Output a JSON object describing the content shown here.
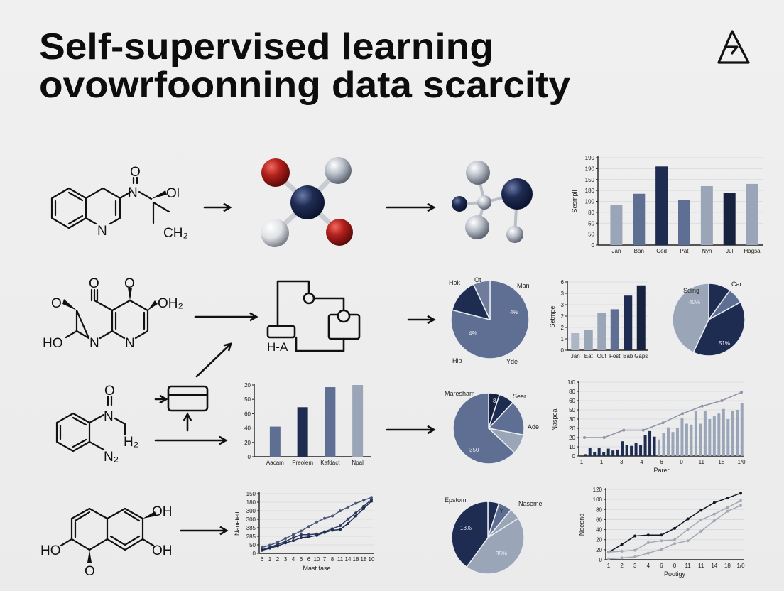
{
  "title": {
    "line1": "Self-supervised learning",
    "line2": "ovowrfoonning data scarcity"
  },
  "logo": {
    "icon": "triangle-a-logo-icon"
  },
  "colors": {
    "navy": "#1f2c52",
    "dark": "#17223f",
    "slate": "#5f6f94",
    "light": "#9ba5b8",
    "pale": "#aeb6c5",
    "red": "#b3211d",
    "background": "#ededed"
  },
  "molecules": [
    {
      "labels": [
        "O",
        "N",
        "Ol",
        "N",
        "CH₂"
      ]
    },
    {
      "labels": [
        "O",
        "O",
        "O",
        "OH₂",
        "HO",
        "N",
        "N"
      ]
    },
    {
      "labels": [
        "O",
        "N",
        "H₂",
        "N₂"
      ]
    },
    {
      "labels": [
        "OH",
        "HO",
        "OH",
        "O"
      ]
    }
  ],
  "circuit": {
    "label": "H-A"
  },
  "chart_data": [
    {
      "type": "bar",
      "ylabel": "Sesmpll",
      "xlabel": "",
      "categories": [
        "Jan",
        "Ban",
        "Ced",
        "Pat",
        "Nyn",
        "Jul",
        "Hagsa"
      ],
      "values": [
        73,
        94,
        144,
        83,
        108,
        95,
        112
      ],
      "colors": [
        "#9ba5b8",
        "#5f6f94",
        "#1f2c52",
        "#5f6f94",
        "#9ba5b8",
        "#17223f",
        "#9ba5b8"
      ],
      "ylim": [
        0,
        160
      ],
      "ytick_labels": [
        "0",
        "50",
        "50",
        "80",
        "100",
        "180",
        "150",
        "190",
        "190"
      ],
      "grid": true
    },
    {
      "type": "bar",
      "ylabel": "Setmpel",
      "xlabel": "",
      "categories": [
        "Jan",
        "Eat",
        "Out",
        "Fost",
        "Bab",
        "Gaps"
      ],
      "values": [
        1.5,
        1.8,
        3.25,
        3.6,
        4.8,
        5.7
      ],
      "colors": [
        "#aeb6c5",
        "#9ba5b8",
        "#9ba5b8",
        "#5f6f94",
        "#1f2c52",
        "#17223f"
      ],
      "ylim": [
        0,
        6
      ],
      "ytick_labels": [
        "0",
        "1",
        "2",
        "2",
        "3",
        "3",
        "6"
      ],
      "grid": true
    },
    {
      "type": "bar",
      "ylabel": "",
      "xlabel": "",
      "categories": [
        "Aacam",
        "Preolem",
        "Kafdact",
        "Npal"
      ],
      "values": [
        42,
        69,
        97,
        100
      ],
      "colors": [
        "#5f6f94",
        "#1f2c52",
        "#5f6f94",
        "#9ba5b8"
      ],
      "ylim": [
        0,
        100
      ],
      "ytick_labels": [
        "0",
        "20",
        "40",
        "60",
        "50",
        "20"
      ],
      "grid": false
    },
    {
      "type": "bar+line",
      "ylabel": "Naspeal",
      "xlabel": "Parer",
      "x_tick_labels": [
        "1",
        "1",
        "3",
        "4",
        "6",
        "0",
        "11",
        "18",
        "1/0"
      ],
      "bars": [
        0.2,
        0.9,
        0.4,
        0.9,
        0.4,
        0.8,
        0.6,
        0.7,
        1.6,
        1.2,
        1.1,
        1.4,
        1.2,
        2.3,
        2.7,
        2.1,
        1.8,
        2.5,
        3.1,
        2.6,
        3.0,
        4.1,
        3.5,
        3.4,
        4.9,
        3.5,
        4.9,
        4.0,
        4.3,
        4.6,
        5.1,
        4.0,
        4.9,
        5.0,
        5.7
      ],
      "bar_colors": {
        "early": "#1f2c52",
        "late": "#9ba5b8"
      },
      "line": [
        2.0,
        2.0,
        2.8,
        2.8,
        3.6,
        4.6,
        5.4,
        6.0,
        6.9
      ],
      "line_color": "#8d95a8",
      "ylim": [
        0,
        8
      ],
      "ytick_labels": [
        "0",
        "10",
        "20",
        "20",
        "30",
        "50",
        "60",
        "80",
        "1/0"
      ],
      "grid": true
    },
    {
      "type": "line",
      "ylabel": "Nanetett",
      "xlabel": "Mast fase",
      "x_tick_labels": [
        "6",
        "1",
        "2",
        "3",
        "4",
        "6",
        "6",
        "10",
        "7",
        "8",
        "11",
        "14",
        "18",
        "18",
        "10"
      ],
      "series": [
        {
          "color": "#4a5676",
          "values": [
            0.8,
            1.1,
            1.5,
            2.0,
            2.5,
            3.0,
            3.6,
            4.2,
            4.7,
            5.0,
            5.7,
            6.2,
            6.7,
            7.1,
            7.5
          ]
        },
        {
          "color": "#2d3a5e",
          "values": [
            0.5,
            0.8,
            1.2,
            1.6,
            2.1,
            2.5,
            2.5,
            2.6,
            2.9,
            3.3,
            3.7,
            4.6,
            5.4,
            6.3,
            7.2
          ]
        },
        {
          "color": "#1f2c52",
          "values": [
            0.4,
            0.7,
            1.0,
            1.4,
            1.7,
            2.1,
            2.2,
            2.4,
            2.8,
            3.1,
            3.2,
            4.0,
            5.0,
            6.0,
            7.0
          ]
        }
      ],
      "ylim": [
        0,
        8
      ],
      "ytick_labels": [
        "0",
        "50",
        "285",
        "385",
        "300",
        "300",
        "180",
        "150"
      ],
      "grid": true
    },
    {
      "type": "line",
      "ylabel": "Neeend",
      "xlabel": "Pootigy",
      "x_tick_labels": [
        "1",
        "2",
        "3",
        "4",
        "6",
        "0",
        "11",
        "11",
        "14",
        "18",
        "1/0"
      ],
      "series": [
        {
          "color": "#111827",
          "values": [
            0.8,
            1.6,
            2.5,
            2.6,
            2.6,
            3.3,
            4.3,
            5.2,
            6.0,
            6.5,
            7.0
          ]
        },
        {
          "color": "#a3a9b6",
          "values": [
            0.8,
            0.9,
            1.0,
            1.8,
            2.0,
            2.1,
            3.2,
            4.2,
            4.8,
            5.5,
            6.2
          ]
        },
        {
          "color": "#a3a9b6",
          "values": [
            0.1,
            0.2,
            0.3,
            0.7,
            1.1,
            1.7,
            2.0,
            3.0,
            4.1,
            5.1,
            5.7
          ]
        }
      ],
      "ylim": [
        0,
        7.4
      ],
      "ytick_labels": [
        "0",
        "20",
        "20",
        "40",
        "60",
        "80",
        "100",
        "120"
      ],
      "grid": true
    },
    {
      "type": "pie",
      "slices": [
        {
          "value": 79,
          "color": "#5f6f94"
        },
        {
          "value": 14,
          "color": "#1f2c52"
        },
        {
          "value": 7,
          "color": "#6f7c9c"
        }
      ],
      "outside_labels": [
        "Hok",
        "Ot",
        "Man",
        "Hlp",
        "Yde"
      ],
      "inside_labels": [
        "4%",
        "4%"
      ]
    },
    {
      "type": "pie",
      "slices": [
        {
          "value": 10,
          "color": "#1f2c52"
        },
        {
          "value": 7,
          "color": "#5f6f94"
        },
        {
          "value": 40,
          "color": "#1f2c52"
        },
        {
          "value": 43,
          "color": "#9ba5b8"
        }
      ],
      "outside_labels": [
        "Sding",
        "Car"
      ],
      "inside_labels": [
        "40%",
        "51%"
      ]
    },
    {
      "type": "pie",
      "slices": [
        {
          "value": 5,
          "color": "#17223f"
        },
        {
          "value": 7,
          "color": "#1f2c52"
        },
        {
          "value": 16,
          "color": "#5f6f94"
        },
        {
          "value": 9,
          "color": "#9ba5b8"
        },
        {
          "value": 63,
          "color": "#5f6f94"
        }
      ],
      "outside_labels": [
        "Maresham",
        "Sear",
        "Ade"
      ],
      "inside_labels": [
        "8",
        "350"
      ]
    },
    {
      "type": "pie",
      "slices": [
        {
          "value": 5,
          "color": "#1f2c52"
        },
        {
          "value": 6,
          "color": "#5f6f94"
        },
        {
          "value": 5,
          "color": "#9ba5b8"
        },
        {
          "value": 44,
          "color": "#9ba5b8"
        },
        {
          "value": 40,
          "color": "#1f2c52"
        }
      ],
      "outside_labels": [
        "Epstom",
        "Y",
        "Naseme"
      ],
      "inside_labels": [
        "18%",
        "35%"
      ]
    }
  ]
}
